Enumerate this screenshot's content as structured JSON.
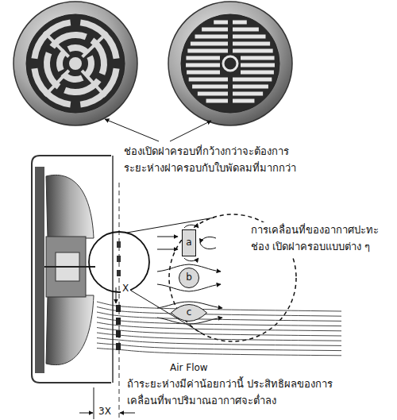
{
  "diagram": {
    "nodes": [
      {
        "text": [
          "a"
        ]
      },
      {
        "text": [
          "b"
        ]
      },
      {
        "text": [
          "c"
        ]
      }
    ],
    "labels": [
      "ช่องเปิดฝาครอบที่กว้างกว่าจะต้องการ ระยะห่างฝาครอบกับใบพัดลมที่มากกว่า",
      "การเคลื่อนที่ของอากาศปะทะช่อง เปิดฝาครอบแบบต่าง ๆ",
      "X",
      "Air Flow",
      "3X",
      "ถ้าระยะห่างมีค่าน้อยกว่านี้ ประสิทธิผลของการ เคลื่อนที่พาปริมาณอากาศจะต่ำลง"
    ]
  }
}
